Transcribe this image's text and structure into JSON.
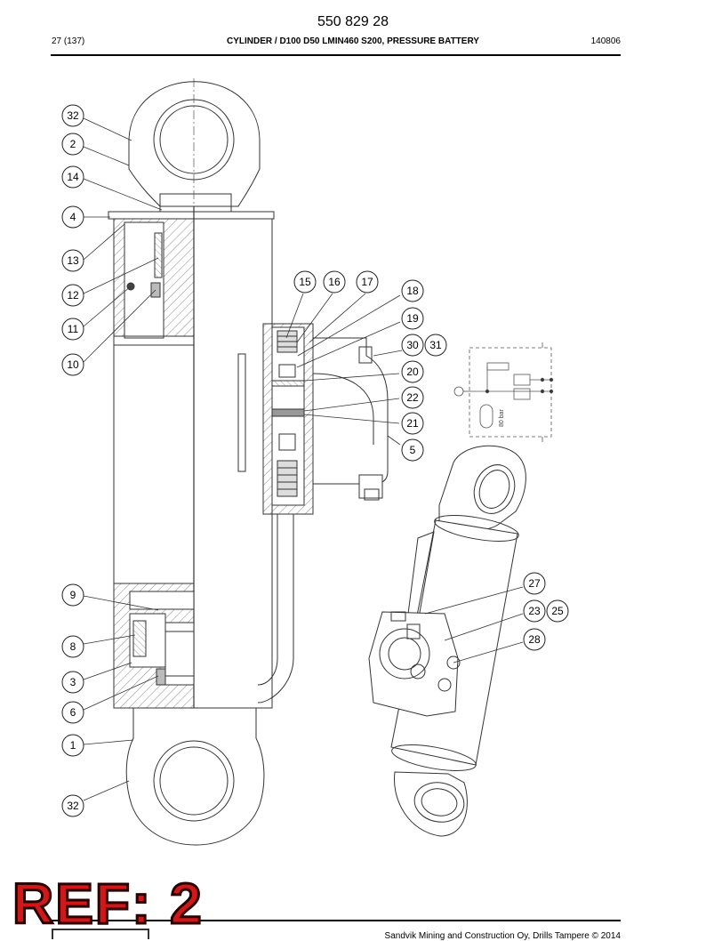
{
  "header": {
    "doc_number": "550 829 28",
    "page_info": "27 (137)",
    "title": "CYLINDER / D100 D50 LMIN460 S200, PRESSURE BATTERY",
    "date_code": "140806"
  },
  "callouts": {
    "c32a": "32",
    "c2": "2",
    "c14": "14",
    "c4": "4",
    "c13": "13",
    "c12": "12",
    "c11": "11",
    "c10": "10",
    "c15": "15",
    "c16": "16",
    "c17": "17",
    "c18": "18",
    "c19": "19",
    "c30": "30",
    "c31": "31",
    "c20": "20",
    "c22": "22",
    "c21": "21",
    "c5": "5",
    "c27": "27",
    "c23": "23",
    "c25": "25",
    "c28": "28",
    "c9": "9",
    "c8": "8",
    "c3": "3",
    "c6": "6",
    "c1": "1",
    "c32b": "32"
  },
  "schematic": {
    "pressure_label": "80 bar"
  },
  "stamp": {
    "text": "REF: 2"
  },
  "footer": {
    "copyright": "Sandvik Mining and Construction Oy, Drills Tampere © 2014"
  }
}
